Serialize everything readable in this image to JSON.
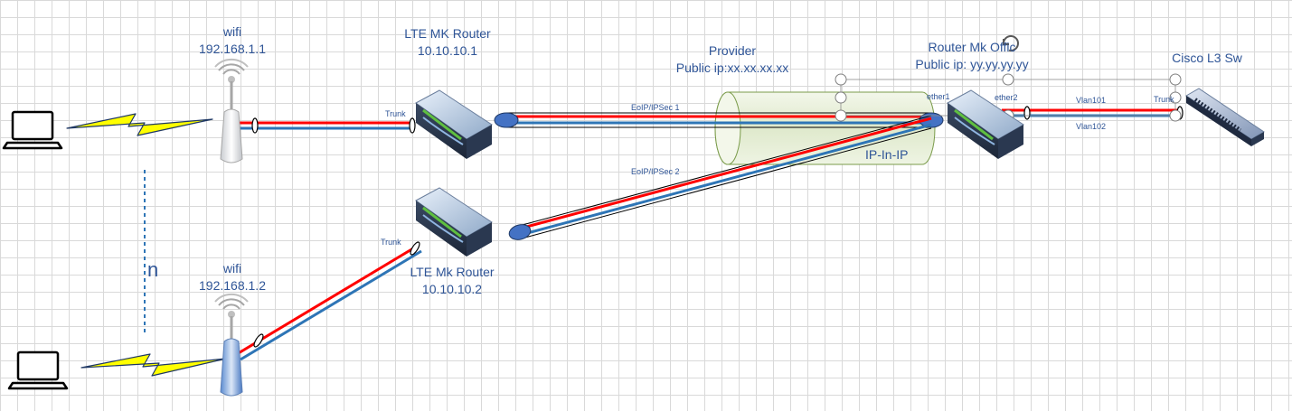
{
  "nodes": {
    "wifi1": {
      "name": "wifi",
      "ip": "192.168.1.1"
    },
    "wifi2": {
      "name": "wifi",
      "ip": "192.168.1.2"
    },
    "lte1": {
      "name": "LTE MK Router",
      "ip": "10.10.10.1"
    },
    "lte2": {
      "name": "LTE Mk Router",
      "ip": "10.10.10.2"
    },
    "provider": {
      "name": "Provider",
      "ip": "Public ip:xx.xx.xx.xx"
    },
    "office": {
      "name": "Router Mk Offic",
      "ip": "Public ip: yy.yy.yy.yy"
    },
    "cisco": {
      "name": "Cisco L3 Sw"
    }
  },
  "links": {
    "trunk1": "Trunk",
    "trunk2": "Trunk",
    "trunk3": "Trunk",
    "eoip1": "EoIP/IPSec 1",
    "eoip2": "EoIP/IPSec 2",
    "ipinip": "IP-In-IP",
    "ether1": "ether1",
    "ether2": "ether2",
    "vlan101": "Vlan101",
    "vlan102": "Vlan102"
  },
  "ellipsis_label": "n",
  "colors": {
    "red_line": "#ff0000",
    "blue_line": "#2e75b6",
    "label": "#2f5597",
    "tube": "#eaf1dd",
    "lightning": "#ffff00",
    "endpoint": "#4472c4"
  }
}
